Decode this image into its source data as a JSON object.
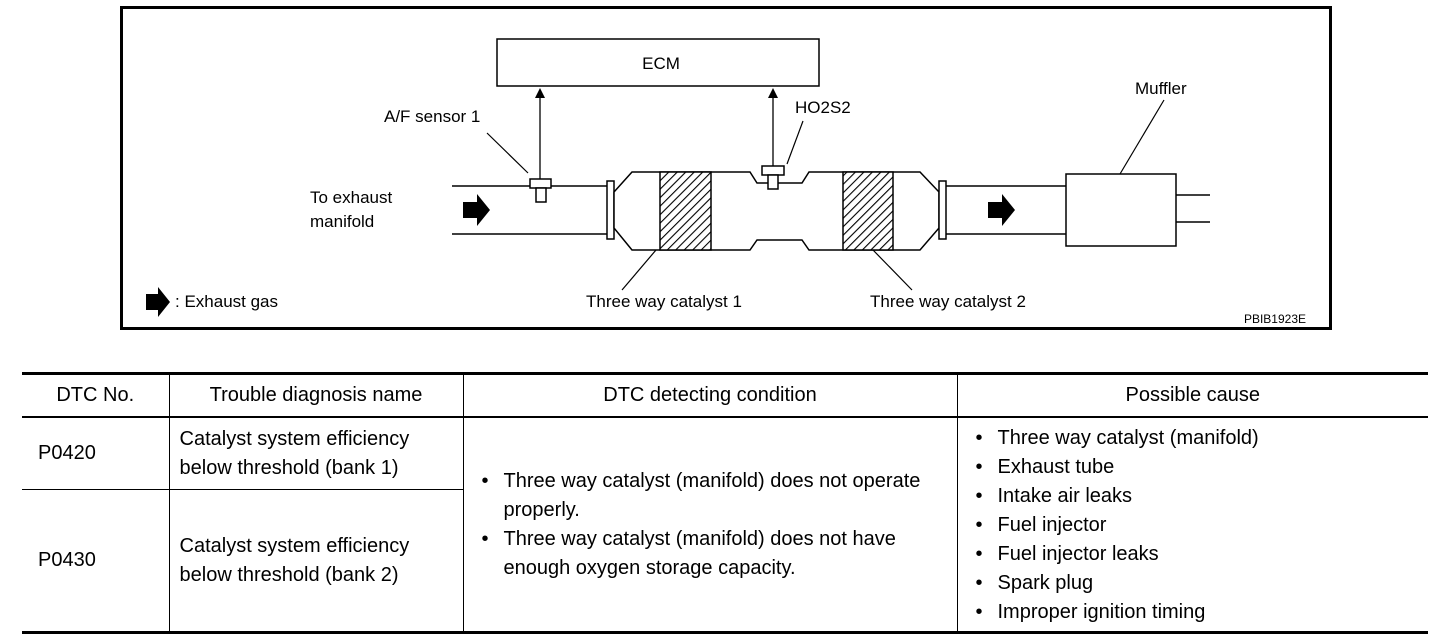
{
  "diagram": {
    "ecm": "ECM",
    "af_sensor": "A/F sensor 1",
    "ho2s2": "HO2S2",
    "muffler": "Muffler",
    "exhaust_manifold_line1": "To exhaust",
    "exhaust_manifold_line2": "manifold",
    "legend_exhaust_gas": ": Exhaust gas",
    "catalyst_1": "Three way catalyst 1",
    "catalyst_2": "Three way catalyst 2",
    "figure_code": "PBIB1923E"
  },
  "table": {
    "headers": [
      "DTC No.",
      "Trouble diagnosis name",
      "DTC detecting condition",
      "Possible cause"
    ],
    "rows": [
      {
        "code": "P0420",
        "name_line1": "Catalyst system efficiency",
        "name_line2": "below threshold (bank 1)"
      },
      {
        "code": "P0430",
        "name_line1": "Catalyst system efficiency",
        "name_line2": "below threshold (bank 2)"
      }
    ],
    "conditions": [
      "Three way catalyst (manifold) does not operate properly.",
      "Three way catalyst (manifold) does not have enough oxygen storage capacity."
    ],
    "causes": [
      "Three way catalyst (manifold)",
      "Exhaust tube",
      "Intake air leaks",
      "Fuel injector",
      "Fuel injector leaks",
      "Spark plug",
      "Improper ignition timing"
    ]
  }
}
